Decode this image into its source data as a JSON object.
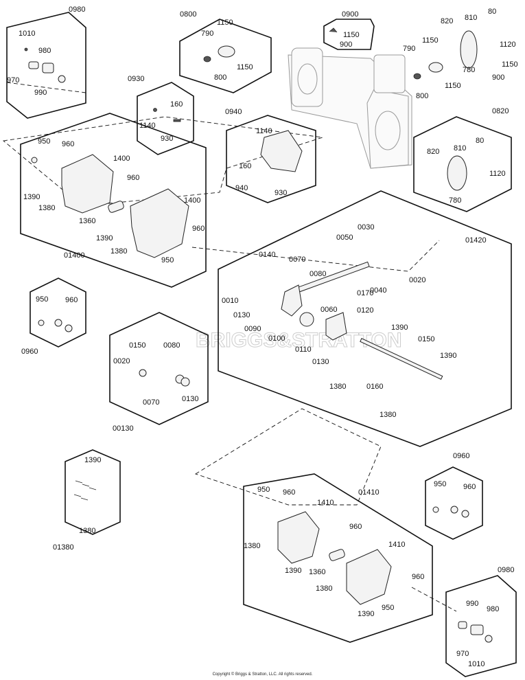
{
  "groups": {
    "g0980a": "0980",
    "g0800": "0800",
    "g0900": "0900",
    "g0930": "0930",
    "g0940": "0940",
    "g0820": "0820",
    "g01400": "01400",
    "g01420": "01420",
    "g0960a": "0960",
    "g00130": "00130",
    "g01380": "01380",
    "g0960b": "0960",
    "g01410": "01410",
    "g0980b": "0980"
  },
  "labels": {
    "l1010a": "1010",
    "l980a": "980",
    "l970a": "970",
    "l990a": "990",
    "l1150a": "1150",
    "l790a": "790",
    "l1150b": "1150",
    "l800a": "800",
    "l1150c": "1150",
    "l900a": "900",
    "l820a": "820",
    "l810a": "810",
    "l80a": "80",
    "l1150d": "1150",
    "l790b": "790",
    "l1120a": "1120",
    "l780a": "780",
    "l1150e": "1150",
    "l900b": "900",
    "l800b": "800",
    "l1150f": "1150",
    "l160a": "160",
    "l1140a": "1140",
    "l930a": "930",
    "l1140b": "1140",
    "l160b": "160",
    "l940": "940",
    "l930b": "930",
    "l820b": "820",
    "l810b": "810",
    "l80b": "80",
    "l1120b": "1120",
    "l780b": "780",
    "l950a": "950",
    "l960a": "960",
    "l1400a": "1400",
    "l960b": "960",
    "l1390a": "1390",
    "l1380a": "1380",
    "l1400b": "1400",
    "l1360a": "1360",
    "l960c": "960",
    "l1390b": "1390",
    "l1380b": "1380",
    "l950b": "950",
    "l0140": "0140",
    "l0070a": "0070",
    "l0080a": "0080",
    "l0050": "0050",
    "l0030": "0030",
    "l0040": "0040",
    "l0020a": "0020",
    "l0170": "0170",
    "l0010": "0010",
    "l0130a": "0130",
    "l0060": "0060",
    "l0090": "0090",
    "l0100": "0100",
    "l0120": "0120",
    "l0110": "0110",
    "l0130b": "0130",
    "l1390c": "1390",
    "l0150a": "0150",
    "l1390d": "1390",
    "l1380c": "1380",
    "l0160": "0160",
    "l1380d": "1380",
    "l950c": "950",
    "l960d": "960",
    "l0150b": "0150",
    "l0080b": "0080",
    "l0020b": "0020",
    "l0070b": "0070",
    "l0130c": "0130",
    "l1390e": "1390",
    "l1380e": "1380",
    "l950d": "950",
    "l960e": "960",
    "l950e": "950",
    "l960f": "960",
    "l1410a": "1410",
    "l960g": "960",
    "l1410b": "1410",
    "l1380f": "1380",
    "l1390f": "1390",
    "l1360b": "1360",
    "l960h": "960",
    "l1380g": "1380",
    "l950f": "950",
    "l1390g": "1390",
    "l990b": "990",
    "l980b": "980",
    "l970b": "970",
    "l1010b": "1010"
  },
  "watermark": "BRIGGS&STRATTON",
  "copyright": "Copyright © Briggs & Stratton, LLC. All rights reserved."
}
